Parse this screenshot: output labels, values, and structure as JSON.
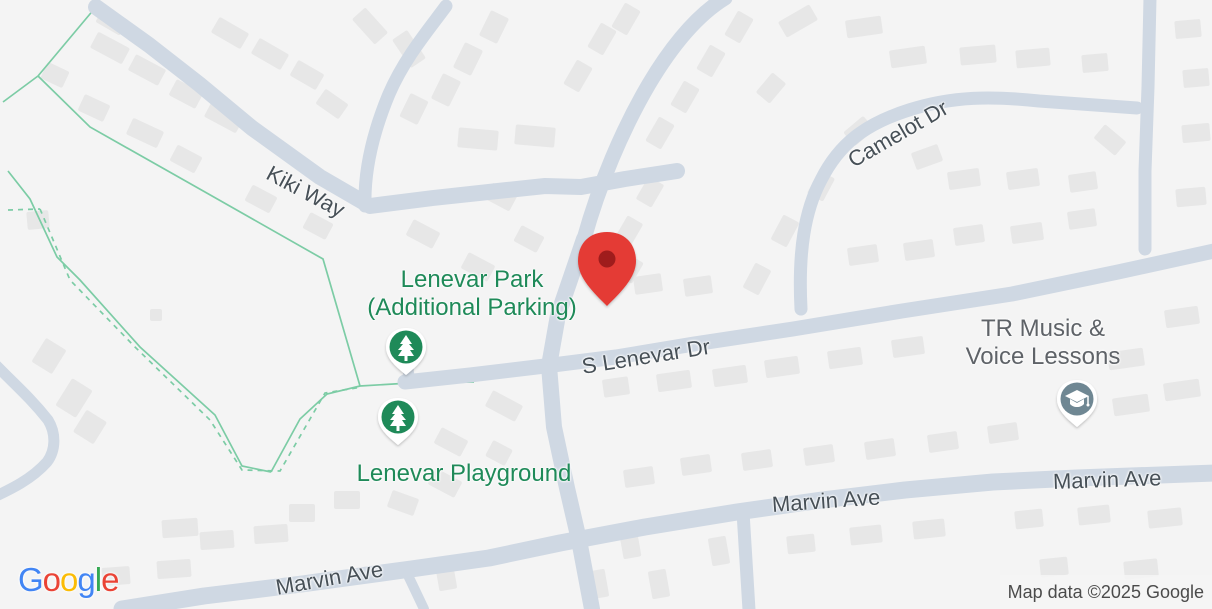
{
  "streets": {
    "kiki_way": "Kiki Way",
    "camelot_dr": "Camelot Dr",
    "s_lenevar_dr": "S Lenevar Dr",
    "marvin_ave_left": "Marvin Ave",
    "marvin_ave_center": "Marvin Ave",
    "marvin_ave_right": "Marvin Ave"
  },
  "poi": {
    "lenevar_park_line_1": "Lenevar Park",
    "lenevar_park_line_2": "(Additional Parking)",
    "lenevar_playground": "Lenevar Playground",
    "tr_music_line_1": "TR Music &",
    "tr_music_line_2": "Voice Lessons"
  },
  "attribution": "Map data ©2025 Google",
  "logo": {
    "letters": [
      "G",
      "o",
      "o",
      "g",
      "l",
      "e"
    ]
  },
  "icons": {
    "park_1": "tree-icon",
    "park_2": "tree-icon",
    "business": "graduation-cap-icon",
    "location_pin": "location-pin-icon"
  },
  "colors": {
    "park": "#1f8a59",
    "road": "#c9d5e1",
    "building": "#e8e8e8",
    "pin": "#e53935",
    "school": "#6f8793"
  }
}
